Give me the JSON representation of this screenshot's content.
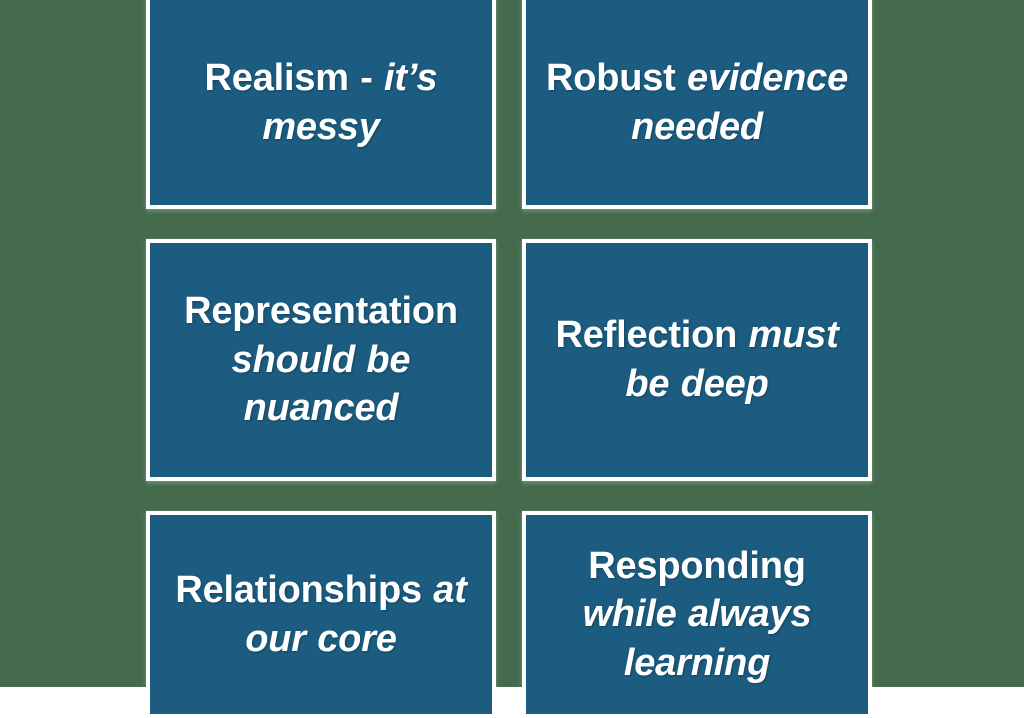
{
  "slide": {
    "background_color": "#456B4E",
    "card_fill_color": "#1B5C80",
    "card_border_color": "#FFFFFF",
    "text_color": "#FFFFFF",
    "layout": "2 columns x 3 rows grid of text cards"
  },
  "cards": [
    {
      "id": "realism",
      "name": "card-realism",
      "lead": "Realism - ",
      "emphasis": "it’s messy",
      "full_text": "Realism - it’s messy"
    },
    {
      "id": "robust-evidence",
      "name": "card-robust-evidence",
      "lead": "Robust ",
      "emphasis": "evidence needed",
      "full_text": "Robust evidence needed"
    },
    {
      "id": "representation",
      "name": "card-representation",
      "lead": "Representation ",
      "emphasis": "should be nuanced",
      "full_text": "Representation should be nuanced"
    },
    {
      "id": "reflection",
      "name": "card-reflection",
      "lead": "Reflection ",
      "emphasis": "must be deep",
      "full_text": "Reflection must be deep"
    },
    {
      "id": "relationships",
      "name": "card-relationships",
      "lead": "Relationships ",
      "emphasis": "at our core",
      "full_text": "Relationships at our core"
    },
    {
      "id": "responding",
      "name": "card-responding",
      "lead": "Responding ",
      "emphasis": "while always learning",
      "full_text": "Responding while always learning"
    }
  ]
}
